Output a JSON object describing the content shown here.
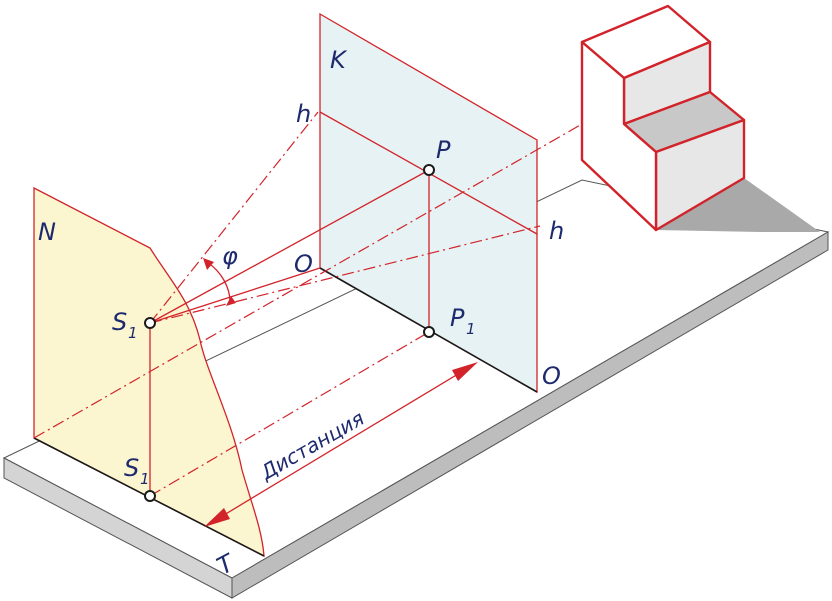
{
  "labels": {
    "plane_n": "N",
    "plane_k": "K",
    "horizon_left": "h",
    "horizon_right": "h",
    "point_p": "P",
    "point_p1": "P",
    "point_p1_sub": "1",
    "angle_phi": "φ",
    "eye_upper": "S",
    "eye_upper_sub": "1",
    "eye_lower": "S",
    "eye_lower_sub": "1",
    "base_o_upper": "O",
    "base_o_lower": "O",
    "ground_t": "T",
    "distance": "Дистанция"
  },
  "colors": {
    "line_red": "#d2232a",
    "line_black": "#1a1a1a",
    "plane_k_fill": "#e6f2f3",
    "plane_n_fill": "#fbf6cf",
    "ground_top": "#ffffff",
    "ground_side": "#d4d4d4",
    "shadow": "#a9a9a9",
    "object_face": "#e7e7e7",
    "label_blue": "#1e2a6e"
  }
}
